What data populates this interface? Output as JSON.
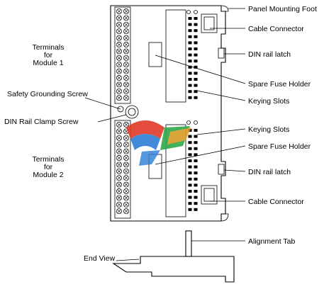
{
  "labels": {
    "panel_mounting_foot": "Panel Mounting Foot",
    "cable_connector_top": "Cable  Connector",
    "din_rail_latch_top": "DIN rail latch",
    "terminals_m1_line1": "Terminals",
    "terminals_m1_line2": "for",
    "terminals_m1_line3": "Module 1",
    "spare_fuse_holder_top": "Spare Fuse Holder",
    "safety_grounding_screw": "Safety Grounding Screw",
    "keying_slots_top": "Keying Slots",
    "din_rail_clamp_screw": "DIN Rail Clamp Screw",
    "keying_slots_bottom": "Keying Slots",
    "spare_fuse_holder_bottom": "Spare Fuse Holder",
    "terminals_m2_line1": "Terminals",
    "terminals_m2_line2": "for",
    "terminals_m2_line3": "Module 2",
    "din_rail_latch_bottom": "DIN rail latch",
    "cable_connector_bottom": "Cable  Connector",
    "alignment_tab": "Alignment Tab",
    "end_view": "End View"
  },
  "colors": {
    "line": "#000000",
    "background": "#ffffff",
    "watermark_red": "#e23a2a",
    "watermark_blue": "#2f7fd6",
    "watermark_green": "#2fa84a",
    "watermark_orange": "#f39a1e"
  }
}
